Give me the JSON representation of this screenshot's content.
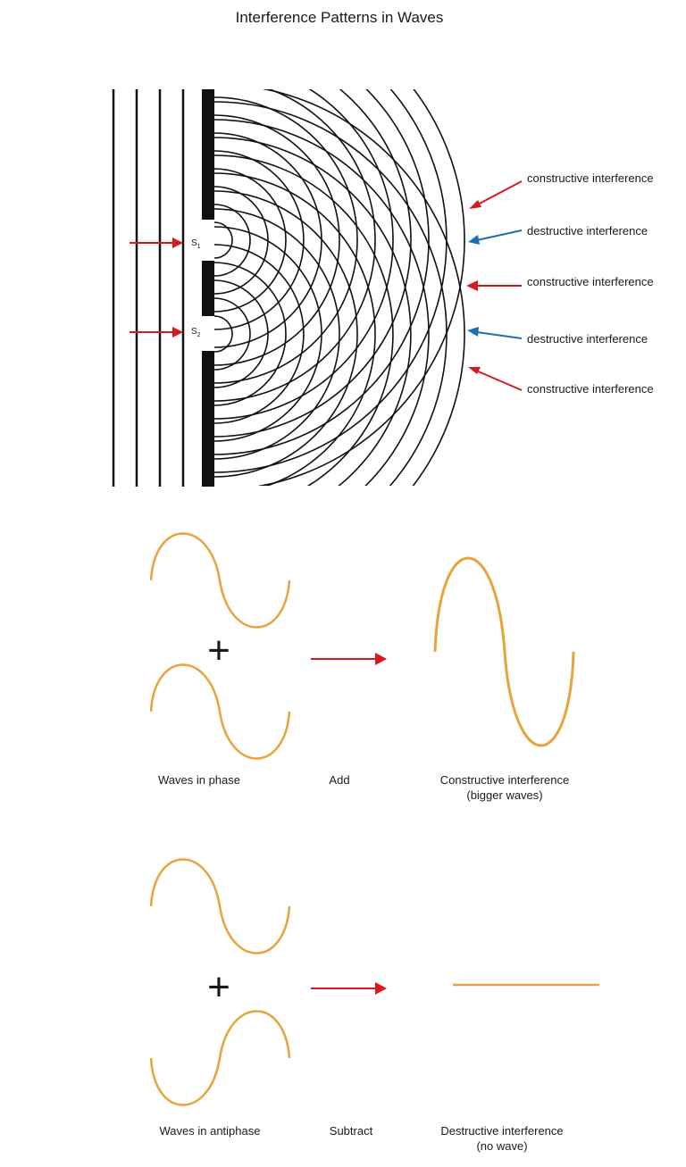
{
  "title": "Interference Patterns in Waves",
  "double_slit": {
    "slit_1": {
      "letter": "S",
      "subscript": "1"
    },
    "slit_2": {
      "letter": "S",
      "subscript": "2"
    },
    "callouts": [
      {
        "text": "constructive interference",
        "kind": "constructive"
      },
      {
        "text": "destructive interference",
        "kind": "destructive"
      },
      {
        "text": "constructive interference",
        "kind": "constructive"
      },
      {
        "text": "destructive interference",
        "kind": "destructive"
      },
      {
        "text": "constructive interference",
        "kind": "constructive"
      }
    ]
  },
  "in_phase_panel": {
    "operator": "+",
    "left_caption": "Waves in phase",
    "middle_caption": "Add",
    "right_caption_line1": "Constructive interference",
    "right_caption_line2": "(bigger waves)"
  },
  "antiphase_panel": {
    "operator": "+",
    "left_caption": "Waves in antiphase",
    "middle_caption": "Subtract",
    "right_caption_line1": "Destructive interference",
    "right_caption_line2": "(no wave)"
  },
  "colors": {
    "constructive_arrow": "#d7191c",
    "destructive_arrow": "#1f6fb5",
    "wave": "#e8a33a",
    "line": "#111111"
  }
}
